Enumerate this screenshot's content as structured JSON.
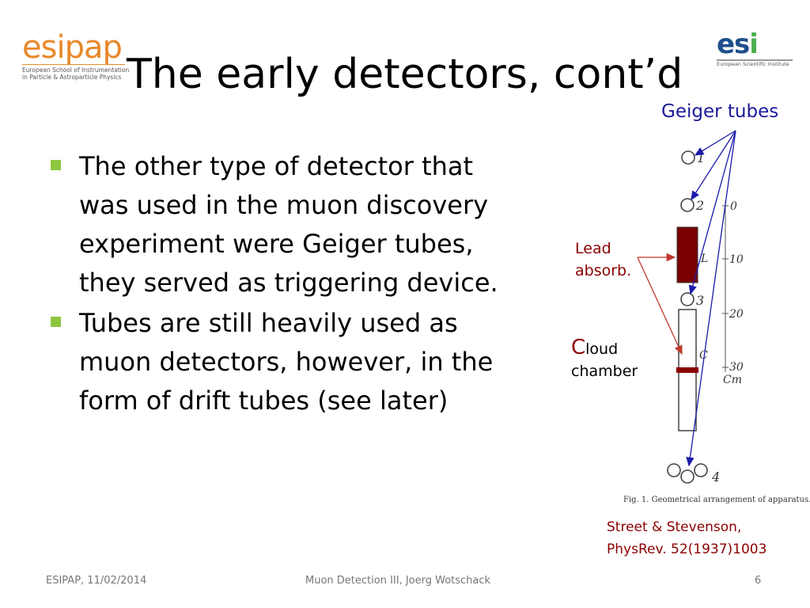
{
  "logos": {
    "left": {
      "wordmark": "esipap",
      "lines": [
        "European School of Instrumentation",
        "in Particle & Astroparticle Physics"
      ]
    },
    "right": {
      "wordmark_pre": "es",
      "wordmark_i": "i",
      "line": "European Scientific Institute"
    }
  },
  "slide": {
    "title": "The early detectors, cont’d",
    "bullets": [
      "The other type of detector that was used in the muon discovery experiment were Geiger tubes, they served as triggering device.",
      "Tubes are still heavily used as muon detectors, however, in the form of drift tubes (see later)"
    ]
  },
  "figure": {
    "geiger_label": "Geiger tubes",
    "lead_label_lines": [
      "Lead",
      "absorb."
    ],
    "cloud_label_initial": "C",
    "cloud_label_rest": "loud",
    "cloud_label_line2": "chamber",
    "tube_numbers": [
      "1",
      "2",
      "3",
      "4"
    ],
    "scale_ticks": [
      "0",
      "10",
      "20",
      "30"
    ],
    "scale_unit": "Cm",
    "scale_letters": [
      "L",
      "C"
    ],
    "caption": "Fig. 1. Geometrical arrangement of apparatus.",
    "citation_lines": [
      "Street  & Stevenson,",
      "PhysRev. 52(1937)1003"
    ],
    "colors": {
      "lead": "#7a0000",
      "arrow": "#1a1aaa",
      "lead_arrow": "#c0392b",
      "chamber_band": "#8b0000"
    }
  },
  "footer": {
    "left": "ESIPAP, 11/02/2014",
    "center": "Muon Detection III, Joerg Wotschack",
    "right": "6"
  }
}
